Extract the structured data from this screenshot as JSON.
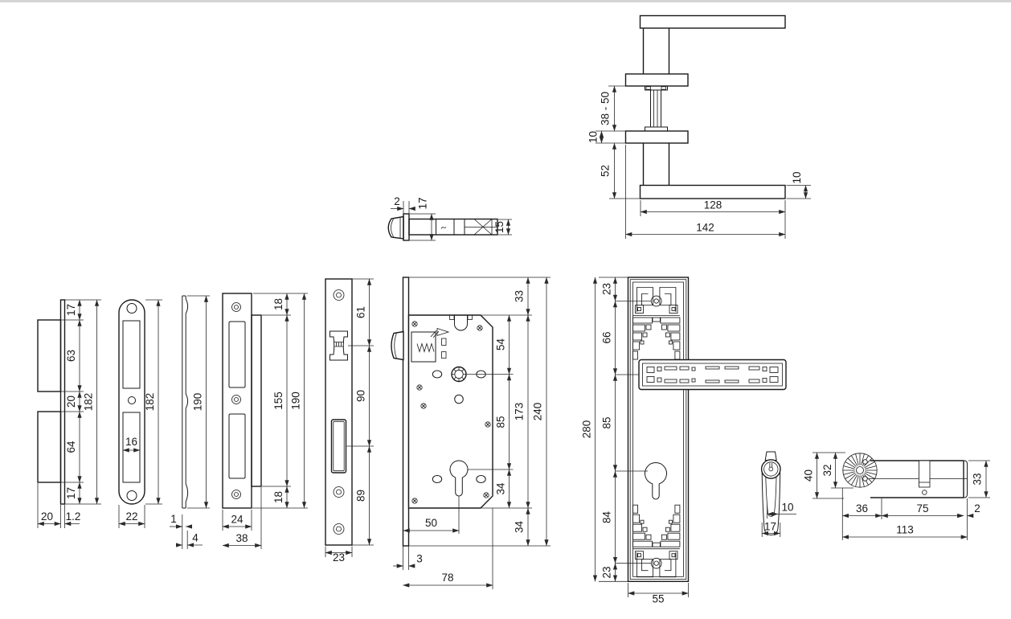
{
  "page": {
    "background": "#ffffff",
    "top_rule": "#d4d4d4",
    "ink": "#1a1a1a"
  },
  "views": {
    "handle_side": {
      "dims": {
        "door_range": "38 - 50",
        "rose_thickness": "10",
        "height_below_rose": "52",
        "lever_thickness": "10",
        "grip_length": "128",
        "overall_length": "142"
      }
    },
    "latch_detail": {
      "dims": {
        "lip": "2",
        "flange_height": "17",
        "bolt_height": "15"
      }
    },
    "strike_side": {
      "dims": {
        "seg1": "17",
        "seg2": "63",
        "seg3": "20",
        "seg4": "64",
        "seg5": "17",
        "total_height": "182",
        "box_depth": "20",
        "thickness": "1.2"
      }
    },
    "strike_front": {
      "dims": {
        "opening_width": "16",
        "total_height": "182",
        "width": "22"
      }
    },
    "forend_side": {
      "dims": {
        "total_height": "190",
        "thickness": "1",
        "lip_depth": "4"
      }
    },
    "forend_front": {
      "dims": {
        "top_offset": "18",
        "lip_height": "155",
        "total_height": "190",
        "bottom_offset": "18",
        "plate_width": "24",
        "overall_width": "38"
      }
    },
    "faceplate_front": {
      "dims": {
        "top_to_latch": "61",
        "latch_to_bolt": "90",
        "bolt_to_bottom": "89",
        "width": "23"
      }
    },
    "lock_body": {
      "dims": {
        "top_margin": "33",
        "top_to_follower": "54",
        "follower_to_cylinder": "85",
        "body_height": "173",
        "overall_height": "240",
        "cylinder_to_bottom": "34",
        "bottom_margin": "34",
        "backset": "50",
        "faceplate_thickness": "3",
        "depth": "78"
      }
    },
    "backplate_front": {
      "dims": {
        "top_to_screw": "23",
        "screw_to_handle": "66",
        "handle_to_cylinder": "85",
        "cylinder_to_screw": "84",
        "screw_to_bottom": "23",
        "total_height": "280",
        "width": "55"
      }
    },
    "thumbturn_side": {
      "dims": {
        "inner_width": "10",
        "width": "17"
      }
    },
    "cylinder_front": {
      "dims": {
        "overall_height": "40",
        "knob_diameter": "32",
        "inner_half": "36",
        "outer_half": "75",
        "cap": "2",
        "total_length": "113",
        "body_height": "33"
      }
    }
  }
}
